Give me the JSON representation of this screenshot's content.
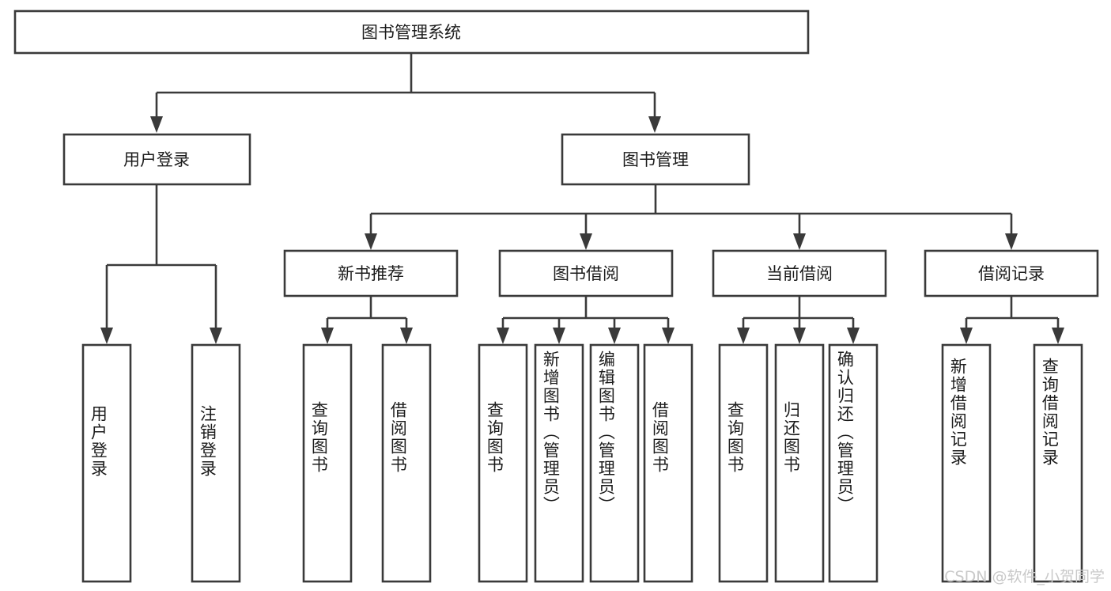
{
  "diagram": {
    "type": "tree",
    "title": "图书管理系统",
    "watermark": "CSDN @软件_小贺同学",
    "colors": {
      "stroke": "#3a3a3a",
      "fill": "#ffffff",
      "text": "#1c1c1c",
      "watermark": "#c9c9c9"
    },
    "levels": {
      "root": {
        "label": "图书管理系统"
      },
      "level2": [
        {
          "label": "用户登录"
        },
        {
          "label": "图书管理"
        }
      ],
      "level3": [
        {
          "label": "新书推荐"
        },
        {
          "label": "图书借阅"
        },
        {
          "label": "当前借阅"
        },
        {
          "label": "借阅记录"
        }
      ],
      "leaves": {
        "user_login": [
          {
            "label": "用户登录"
          },
          {
            "label": "注销登录"
          }
        ],
        "new_book_recommend": [
          {
            "label": "查询图书"
          },
          {
            "label": "借阅图书"
          }
        ],
        "book_borrow": [
          {
            "label": "查询图书"
          },
          {
            "label": "新增图书（管理员）"
          },
          {
            "label": "编辑图书（管理员）"
          },
          {
            "label": "借阅图书"
          }
        ],
        "current_borrow": [
          {
            "label": "查询图书"
          },
          {
            "label": "归还图书"
          },
          {
            "label": "确认归还（管理员）"
          }
        ],
        "borrow_record": [
          {
            "label": "新增借阅记录"
          },
          {
            "label": "查询借阅记录"
          }
        ]
      }
    }
  }
}
